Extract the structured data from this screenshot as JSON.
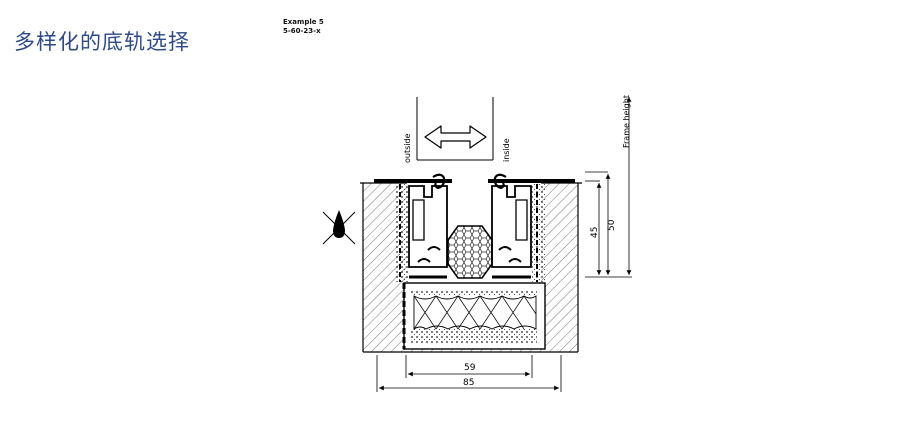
{
  "slide": {
    "title": "多样化的底轨选择"
  },
  "example": {
    "name": "Example 5",
    "code": "5-60-23-x"
  },
  "drawing": {
    "label_outside": "outside",
    "label_inside": "inside",
    "label_frame_height": "Frame height",
    "dim_inner_height": "45",
    "dim_outer_height": "50",
    "dim_inner_width": "59",
    "dim_outer_width": "85"
  }
}
